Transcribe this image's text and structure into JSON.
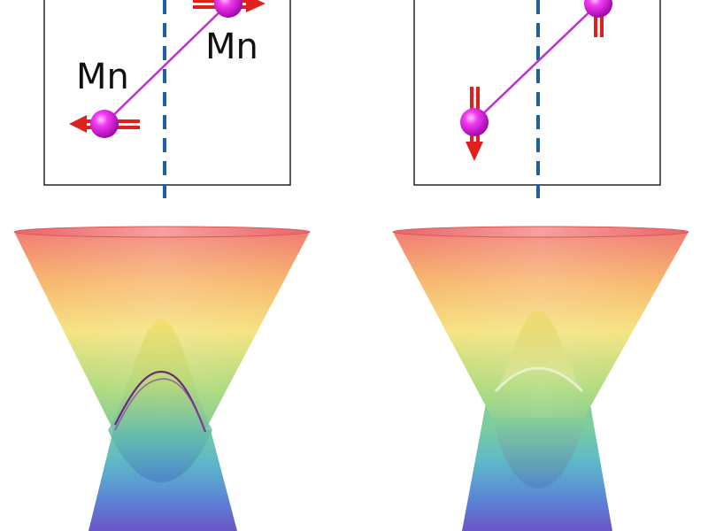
{
  "panels": [
    {
      "id": "left",
      "labels": [
        "Mn",
        "Mn"
      ],
      "spin_direction": "in-plane",
      "band_structure": "gapless"
    },
    {
      "id": "right",
      "labels": [],
      "spin_direction": "out-of-plane",
      "band_structure": "gapped"
    }
  ],
  "colors": {
    "atom": "#d81fe0",
    "bond": "#c02fd0",
    "spin_arrow": "#e0201c",
    "axis_dash": "#1f5fa8",
    "frame": "#222222",
    "hinge_line": "#6a2a7a"
  }
}
